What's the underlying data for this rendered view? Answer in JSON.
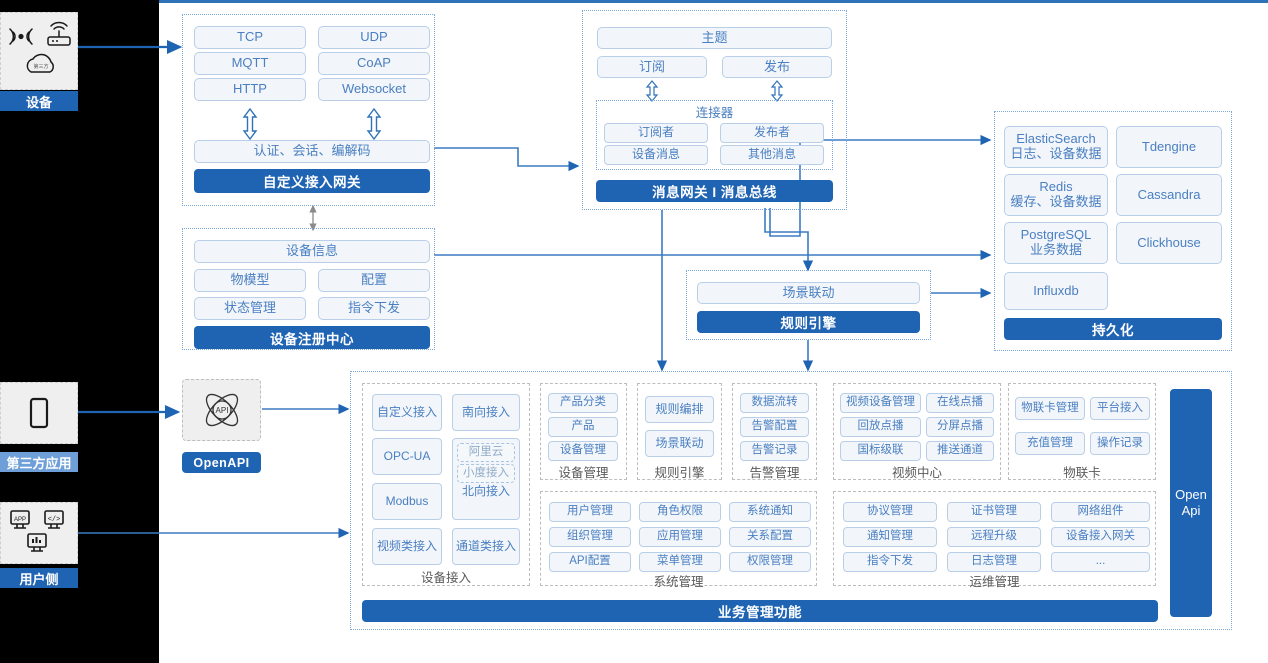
{
  "meta": {
    "title": "IoT Platform Architecture Diagram"
  },
  "colors": {
    "accent": "#1f63b3",
    "pill_border": "#b9cfe8",
    "pill_bg": "#f2f6fa",
    "pill_text": "#4a7fc1",
    "group_border": "#6f9fd8",
    "rail_bg": "#efefef"
  },
  "rail": {
    "device": {
      "label": "设备",
      "icons": [
        "wifi-signal-icon",
        "router-icon",
        "cloud-icon"
      ]
    },
    "third_party": {
      "label": "第三方应用",
      "icons": [
        "mobile-phone-icon"
      ]
    },
    "user_side": {
      "label": "用户侧",
      "icons": [
        "app-window-icon",
        "code-window-icon",
        "chart-window-icon"
      ]
    }
  },
  "gateway": {
    "protocols": [
      "TCP",
      "UDP",
      "MQTT",
      "CoAP",
      "HTTP",
      "Websocket"
    ],
    "middle": "认证、会话、编解码",
    "title": "自定义接入网关"
  },
  "message": {
    "topic": "主题",
    "subscribe": "订阅",
    "publish": "发布",
    "connector_title": "连接器",
    "connector_items": [
      "订阅者",
      "发布者",
      "设备消息",
      "其他消息"
    ],
    "title": "消息网关 I 消息总线"
  },
  "registry": {
    "info": "设备信息",
    "items": [
      "物模型",
      "配置",
      "状态管理",
      "指令下发"
    ],
    "title": "设备注册中心"
  },
  "rule_engine": {
    "scene": "场景联动",
    "title": "规则引擎"
  },
  "persistence": {
    "items": [
      {
        "name": "ElasticSearch",
        "sub": "日志、设备数据"
      },
      {
        "name": "Tdengine",
        "sub": ""
      },
      {
        "name": "Redis",
        "sub": "缓存、设备数据"
      },
      {
        "name": "Cassandra",
        "sub": ""
      },
      {
        "name": "PostgreSQL",
        "sub": "业务数据"
      },
      {
        "name": "Clickhouse",
        "sub": ""
      },
      {
        "name": "Influxdb",
        "sub": ""
      }
    ],
    "title": "持久化"
  },
  "openapi": {
    "label": "OpenAPI",
    "icon": "api-atom-icon"
  },
  "open_api_bar": {
    "line1": "Open",
    "line2": "Api"
  },
  "business": {
    "title": "业务管理功能",
    "device_access": {
      "caption": "设备接入",
      "left": [
        "自定义接入",
        "OPC-UA",
        "Modbus",
        "视频类接入"
      ],
      "right_top": "南向接入",
      "north": {
        "nested": [
          "阿里云",
          "小度接入"
        ],
        "label": "北向接入"
      },
      "right_bottom": "通道类接入"
    },
    "device_manage": {
      "caption": "设备管理",
      "items": [
        "产品分类",
        "产品",
        "设备管理"
      ]
    },
    "rule_engine": {
      "caption": "规则引擎",
      "items": [
        "规则编排",
        "场景联动"
      ]
    },
    "alarm": {
      "caption": "告警管理",
      "items": [
        "数据流转",
        "告警配置",
        "告警记录"
      ]
    },
    "video": {
      "caption": "视频中心",
      "items": [
        "视频设备管理",
        "在线点播",
        "回放点播",
        "分屏点播",
        "国标级联",
        "推送通道"
      ]
    },
    "iot_card": {
      "caption": "物联卡",
      "items": [
        "物联卡管理",
        "平台接入",
        "充值管理",
        "操作记录"
      ]
    },
    "system": {
      "caption": "系统管理",
      "items": [
        "用户管理",
        "角色权限",
        "系统通知",
        "组织管理",
        "应用管理",
        "关系配置",
        "API配置",
        "菜单管理",
        "权限管理"
      ]
    },
    "ops": {
      "caption": "运维管理",
      "items": [
        "协议管理",
        "证书管理",
        "网络组件",
        "通知管理",
        "远程升级",
        "设备接入网关",
        "指令下发",
        "日志管理",
        "..."
      ]
    }
  }
}
